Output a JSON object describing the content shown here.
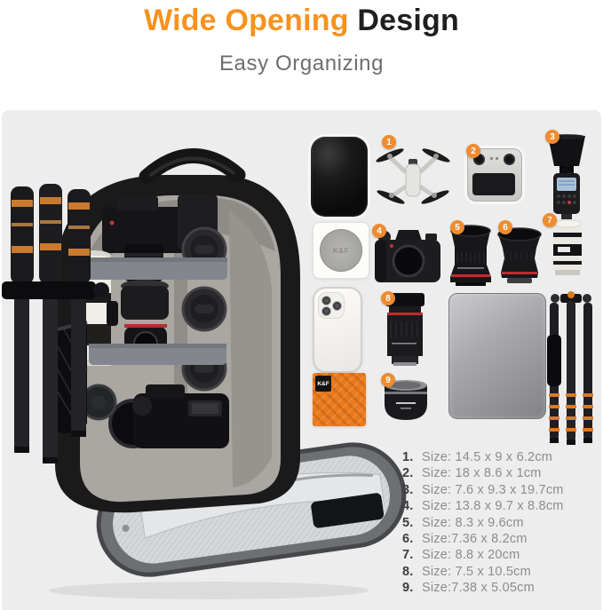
{
  "header": {
    "title_accent": "Wide Opening",
    "title_rest": " Design",
    "subtitle": "Easy Organizing"
  },
  "colors": {
    "accent_orange": "#F6921E",
    "badge_orange": "#EE8C2F",
    "title_dark": "#1F1F21",
    "subtitle_gray": "#6E6E70",
    "photo_background": "#EDEDEE",
    "list_number": "#3D3D3F",
    "list_text": "#8C8C8E"
  },
  "scene": {
    "brand": "K&F",
    "backpack": {
      "description": "Open black camera backpack with gray padded dividers holding cameras and lenses, tripod strapped to side, front flap opened flat showing mesh pockets with a phone"
    },
    "items": [
      {
        "id": "power-bank",
        "label": "power bank",
        "badge": null
      },
      {
        "id": "drone",
        "label": "drone",
        "badge": "1"
      },
      {
        "id": "remote-controller",
        "label": "drone remote controller",
        "badge": "2"
      },
      {
        "id": "flash",
        "label": "camera flash speedlight",
        "badge": "3"
      },
      {
        "id": "magnetic-filter",
        "label": "lens filter in case",
        "badge": null
      },
      {
        "id": "camera-body",
        "label": "mirrorless camera body",
        "badge": "4"
      },
      {
        "id": "wide-angle-lens",
        "label": "wide angle lens",
        "badge": "5"
      },
      {
        "id": "zoom-lens",
        "label": "zoom lens",
        "badge": "6"
      },
      {
        "id": "telephoto-lens",
        "label": "white telephoto lens",
        "badge": "7"
      },
      {
        "id": "smartphone",
        "label": "smartphone",
        "badge": null
      },
      {
        "id": "macro-lens",
        "label": "macro lens",
        "badge": "8"
      },
      {
        "id": "tablet",
        "label": "tablet / laptop",
        "badge": null
      },
      {
        "id": "travel-tripod",
        "label": "travel tripod",
        "badge": null
      },
      {
        "id": "cleaning-cloth",
        "label": "cleaning cloth box",
        "badge": null
      },
      {
        "id": "prime-lens",
        "label": "50mm prime lens",
        "badge": "9"
      }
    ]
  },
  "size_list": [
    {
      "num": "1.",
      "text": "Size: 14.5 x 9 x 6.2cm"
    },
    {
      "num": "2.",
      "text": "Size: 18 x 8.6 x 1cm"
    },
    {
      "num": "3.",
      "text": "Size: 7.6 x 9.3 x 19.7cm"
    },
    {
      "num": "4.",
      "text": "Size: 13.8 x 9.7 x 8.8cm"
    },
    {
      "num": "5.",
      "text": "Size: 8.3 x 9.6cm"
    },
    {
      "num": "6.",
      "text": "Size:7.36 x 8.2cm"
    },
    {
      "num": "7.",
      "text": "Size: 8.8 x 20cm"
    },
    {
      "num": "8.",
      "text": "Size: 7.5 x 10.5cm"
    },
    {
      "num": "9.",
      "text": "Size:7.38 x 5.05cm"
    }
  ]
}
